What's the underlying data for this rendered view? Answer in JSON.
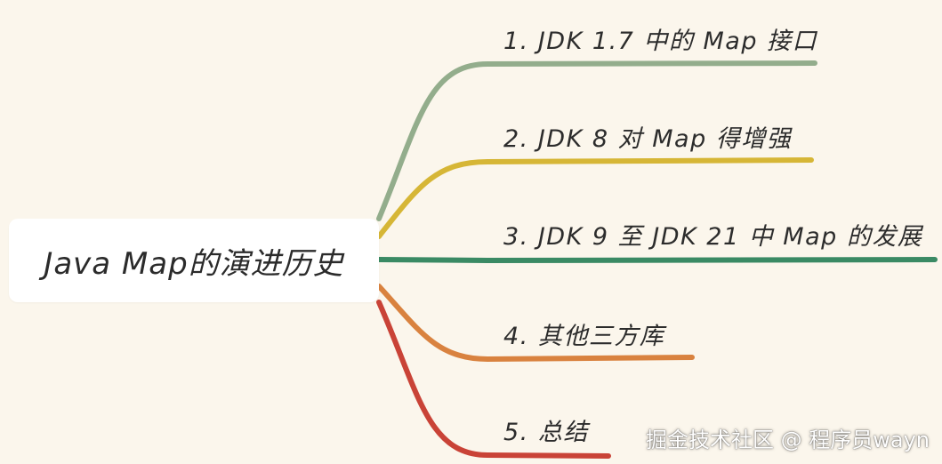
{
  "root": {
    "title": "Java Map的演进历史"
  },
  "branches": [
    {
      "label": "1. JDK 1.7 中的 Map 接口",
      "color": "#93ad8c"
    },
    {
      "label": "2. JDK 8 对 Map 得增强",
      "color": "#d6b636"
    },
    {
      "label": "3. JDK 9 至 JDK 21 中 Map 的发展",
      "color": "#3a8a64"
    },
    {
      "label": "4. 其他三方库",
      "color": "#d9823f"
    },
    {
      "label": "5. 总结",
      "color": "#c94337"
    }
  ],
  "watermark": "掘金技术社区 @ 程序员wayn"
}
